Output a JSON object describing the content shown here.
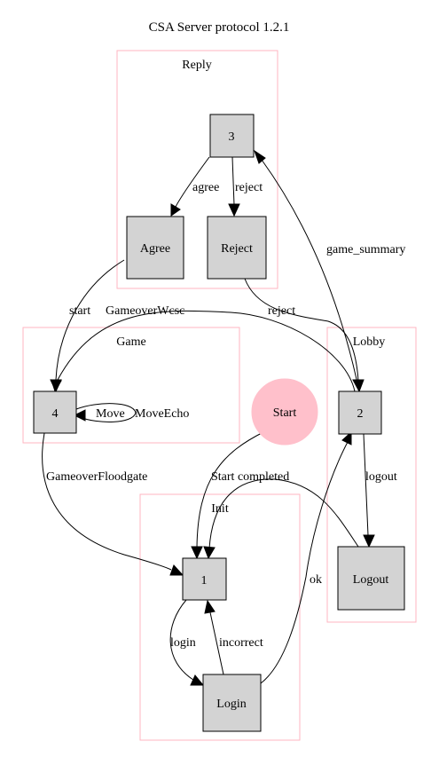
{
  "title": "CSA Server protocol 1.2.1",
  "clusters": {
    "reply": "Reply",
    "game": "Game",
    "lobby": "Lobby",
    "init": "Init"
  },
  "nodes": {
    "n3": "3",
    "agree": "Agree",
    "reject": "Reject",
    "n4": "4",
    "start": "Start",
    "n2": "2",
    "n1": "1",
    "logout": "Logout",
    "login": "Login"
  },
  "edges": {
    "agree": "agree",
    "reject": "reject",
    "game_summary": "game_summary",
    "start": "start",
    "gameover_wcsc": "GameoverWcsc",
    "reject_to_lobby": "reject",
    "move": "Move",
    "move_echo": "MoveEcho",
    "gameover_floodgate": "GameoverFloodgate",
    "start_completed": "Start completed",
    "logout": "logout",
    "ok": "ok",
    "login": "login",
    "incorrect": "incorrect"
  },
  "colors": {
    "node_fill": "#d3d3d3",
    "start_fill": "#ffc0cb",
    "cluster_border": "#ffb6c1"
  }
}
